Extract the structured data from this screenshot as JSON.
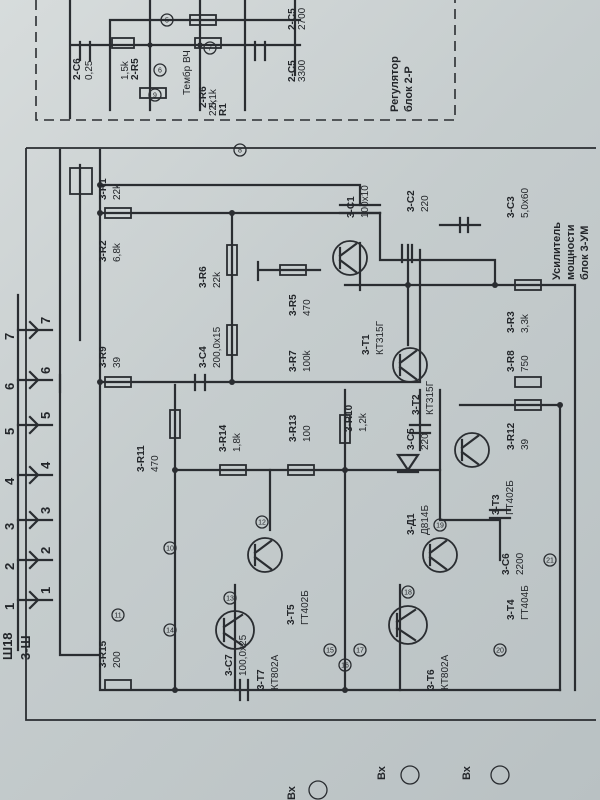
{
  "top_block": {
    "c5": {
      "ref": "2-C5",
      "value": "3300"
    },
    "c5_partial": {
      "ref": "2-C5",
      "value": "2700"
    },
    "c6": {
      "ref": "2-C6",
      "value": "0,25"
    },
    "r_a": {
      "ref": "2-R5",
      "value": "1,5k"
    },
    "r_b": {
      "ref": "2-R6",
      "value": "5,1k"
    },
    "r1": {
      "ref": "R1",
      "value": "22k"
    },
    "pot_label": "Тембр ВЧ",
    "title_line1": "Регулятор",
    "title_line2": "блок 2-Р"
  },
  "amp_block": {
    "title_line1": "Усилитель",
    "title_line2": "мощности",
    "title_line3": "блок 3-УМ"
  },
  "components": [
    {
      "id": "r1",
      "ref": "3-R1",
      "value": "22k"
    },
    {
      "id": "r2",
      "ref": "3-R2",
      "value": "6,8k"
    },
    {
      "id": "r6",
      "ref": "3-R6",
      "value": "22k"
    },
    {
      "id": "r9",
      "ref": "3-R9",
      "value": "39"
    },
    {
      "id": "r11",
      "ref": "3-R11",
      "value": "470"
    },
    {
      "id": "r15",
      "ref": "3-R15",
      "value": "200"
    },
    {
      "id": "c1",
      "ref": "3-C1",
      "value": "100х10"
    },
    {
      "id": "c2",
      "ref": "3-C2",
      "value": "220"
    },
    {
      "id": "c3",
      "ref": "3-C3",
      "value": "5,0х60"
    },
    {
      "id": "c4",
      "ref": "3-C4",
      "value": "200,0х15"
    },
    {
      "id": "c5",
      "ref": "3-C5",
      "value": "220"
    },
    {
      "id": "c6",
      "ref": "3-C6",
      "value": "2200"
    },
    {
      "id": "c7",
      "ref": "3-C7",
      "value": "100,0х25"
    },
    {
      "id": "r5",
      "ref": "3-R5",
      "value": "470"
    },
    {
      "id": "r7",
      "ref": "3-R7",
      "value": "100k"
    },
    {
      "id": "r3",
      "ref": "3-R3",
      "value": "3,3k"
    },
    {
      "id": "r8",
      "ref": "3-R8",
      "value": "750"
    },
    {
      "id": "r12",
      "ref": "3-R12",
      "value": "39"
    },
    {
      "id": "r10",
      "ref": "3-R10",
      "value": "1,2k"
    },
    {
      "id": "r13",
      "ref": "3-R13",
      "value": "100"
    },
    {
      "id": "r14",
      "ref": "3-R14",
      "value": "1,8k"
    },
    {
      "id": "d1",
      "ref": "3-Д1",
      "value": "Д814Б"
    }
  ],
  "transistors": [
    {
      "id": "t1",
      "ref": "3-T1",
      "type": "КТ315Г"
    },
    {
      "id": "t2",
      "ref": "3-T2",
      "type": "КТ315Г"
    },
    {
      "id": "t3",
      "ref": "3-T3",
      "type": "ГТ402Б"
    },
    {
      "id": "t4",
      "ref": "3-T4",
      "type": "ГТ404Б"
    },
    {
      "id": "t5",
      "ref": "3-T5",
      "type": "ГТ402Б"
    },
    {
      "id": "t6",
      "ref": "3-T6",
      "type": "КТ802А"
    },
    {
      "id": "t7",
      "ref": "3-T7",
      "type": "КТ802А"
    }
  ],
  "connector": {
    "ref": "3-Ш",
    "plug": "Ш18",
    "pins": [
      "1",
      "2",
      "3",
      "4",
      "5",
      "6",
      "7"
    ],
    "socket_pins": [
      "1",
      "2",
      "3",
      "4",
      "5",
      "6",
      "7"
    ]
  },
  "test_points": [
    "5",
    "6",
    "7",
    "8",
    "9",
    "10",
    "11",
    "12",
    "13",
    "14",
    "15",
    "16",
    "17",
    "18",
    "19",
    "20",
    "21"
  ],
  "bottom_labels": [
    "Вх",
    "Вх",
    "Вх"
  ]
}
